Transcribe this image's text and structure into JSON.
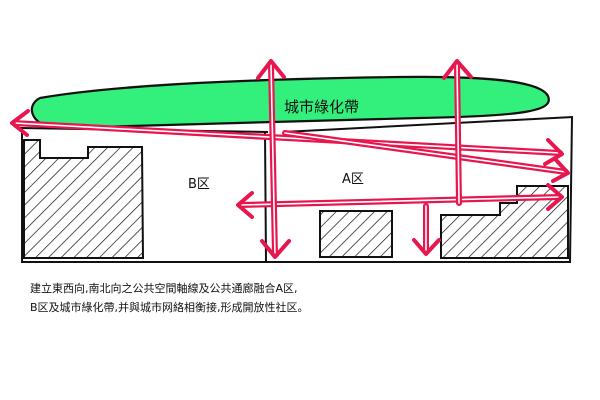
{
  "labels": {
    "green_belt": "城市綠化帶",
    "zone_b": "B区",
    "zone_a": "A区"
  },
  "caption": {
    "line1": "建立東西向,南北向之公共空間軸線及公共通廊融合A区,",
    "line2": "B区及城市綠化帶,并與城市网絡相衡接,形成開放性社区。"
  },
  "colors": {
    "green_belt": "#33f07c",
    "arrow": "#e8164f",
    "ink": "#111111"
  }
}
